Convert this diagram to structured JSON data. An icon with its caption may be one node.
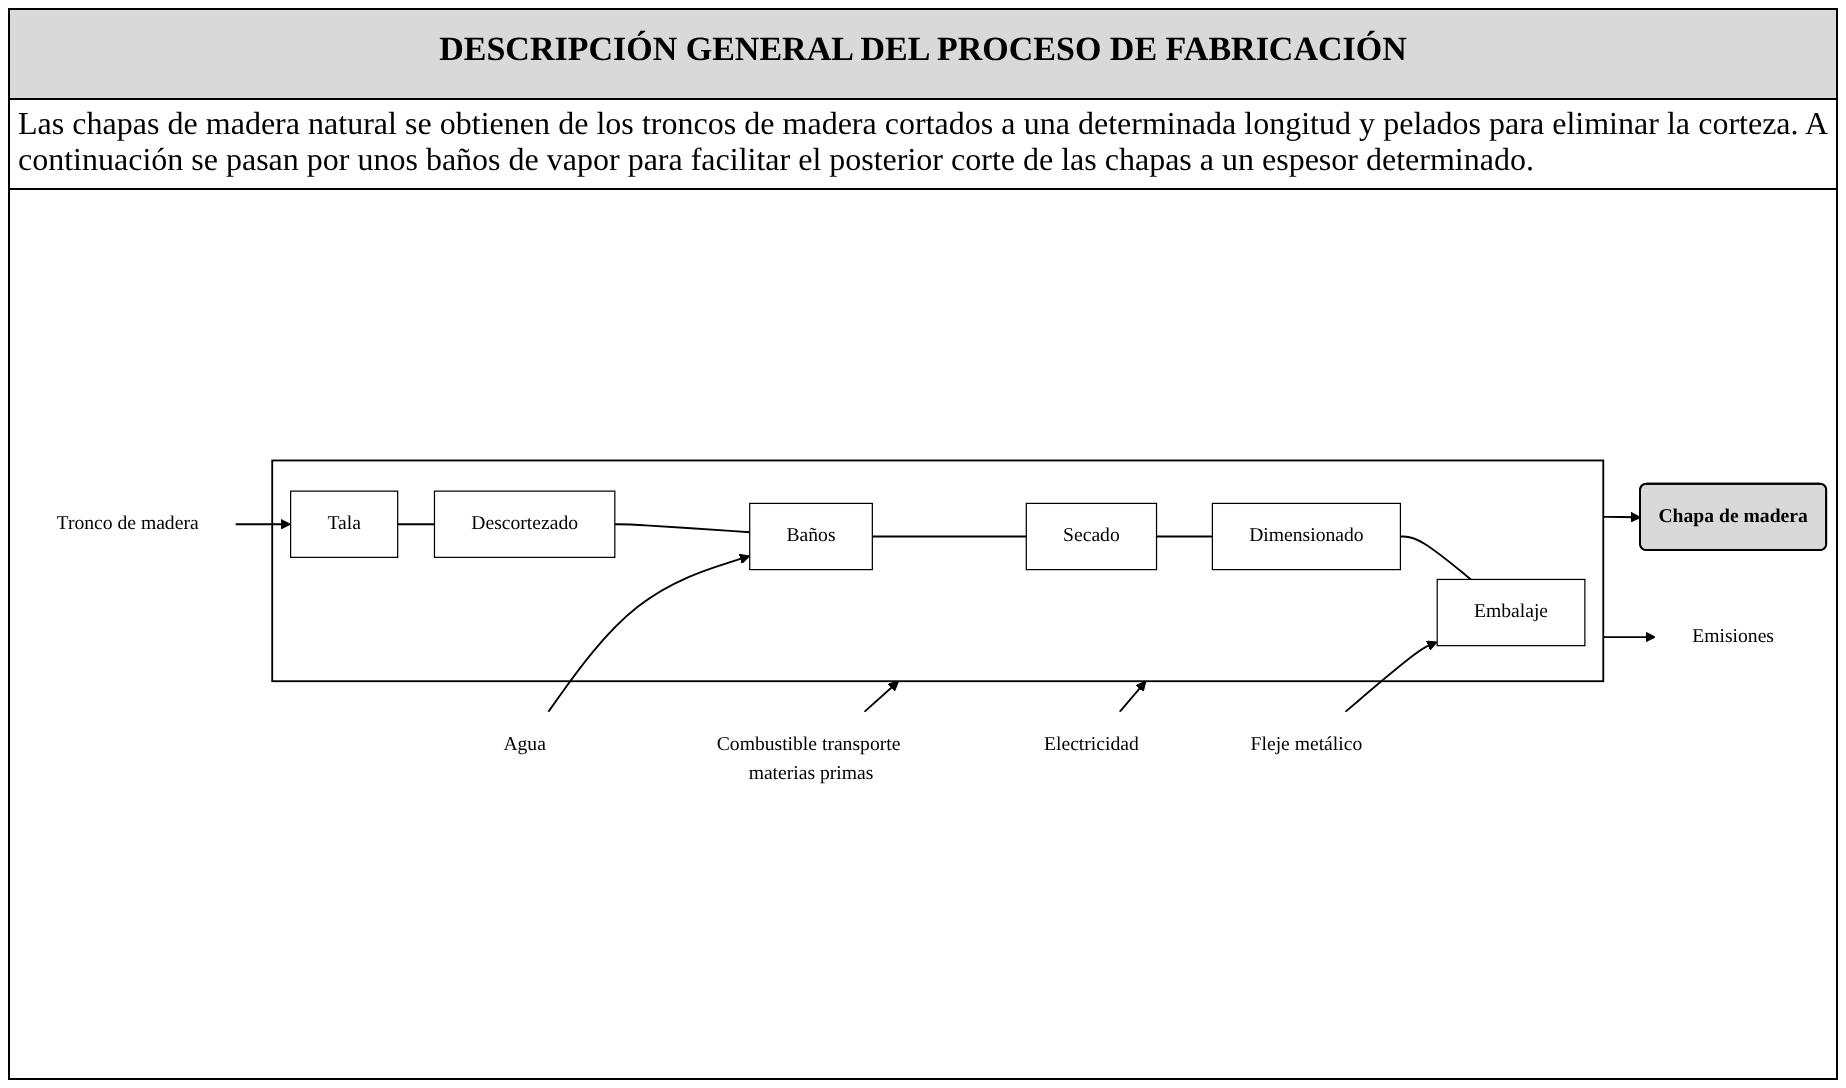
{
  "diagram": {
    "title": "DESCRIPCIÓN GENERAL DEL PROCESO DE FABRICACIÓN",
    "nodes": [
      {
        "text": [
          "Tronco de madera"
        ]
      },
      {
        "text": [],
        "shape": "box"
      },
      {
        "text": [
          "Tala"
        ],
        "in": 1
      },
      {
        "text": [
          "Descortezado"
        ],
        "in": 1
      },
      {
        "text": [
          "Baños"
        ],
        "in": 1
      },
      {
        "text": [
          "Secado"
        ],
        "in": 1
      },
      {
        "text": [
          "Dimensionado"
        ],
        "in": 1
      },
      {
        "text": [
          "Embalaje"
        ],
        "in": 1
      },
      {
        "text": [
          "Agua"
        ]
      },
      {
        "text": [
          "Combustible transporte materias primas"
        ]
      },
      {
        "text": [
          "Electricidad"
        ]
      },
      {
        "text": [
          "Fleje metálico"
        ]
      },
      {
        "text": [
          "Chapa de madera"
        ]
      },
      {
        "text": [
          "Emisiones"
        ]
      }
    ],
    "edges": [
      {
        "from": 0,
        "to": 2,
        "arrow": "to"
      },
      {
        "from": 2,
        "to": 3,
        "arrow": "none"
      },
      {
        "from": 3,
        "to": 4,
        "arrow": "none"
      },
      {
        "from": 4,
        "to": 5,
        "arrow": "none"
      },
      {
        "from": 5,
        "to": 6,
        "arrow": "none"
      },
      {
        "from": 6,
        "to": 7,
        "arrow": "none"
      },
      {
        "from": 8,
        "to": 4,
        "arrow": "to"
      },
      {
        "from": 9,
        "to": 1,
        "arrow": "to"
      },
      {
        "from": 10,
        "to": 1,
        "arrow": "to"
      },
      {
        "from": 11,
        "to": 7,
        "arrow": "to"
      },
      {
        "from": 1,
        "to": 12,
        "arrow": "to"
      },
      {
        "from": 1,
        "to": 13,
        "arrow": "to"
      }
    ],
    "labels": [
      "Las chapas de madera natural se obtienen de los troncos de madera cortados a una determinada longitud y pelados para eliminar la corteza. A continuación se pasan por unos baños de vapor para facilitar el posterior corte de las chapas a un espesor determinado."
    ]
  }
}
